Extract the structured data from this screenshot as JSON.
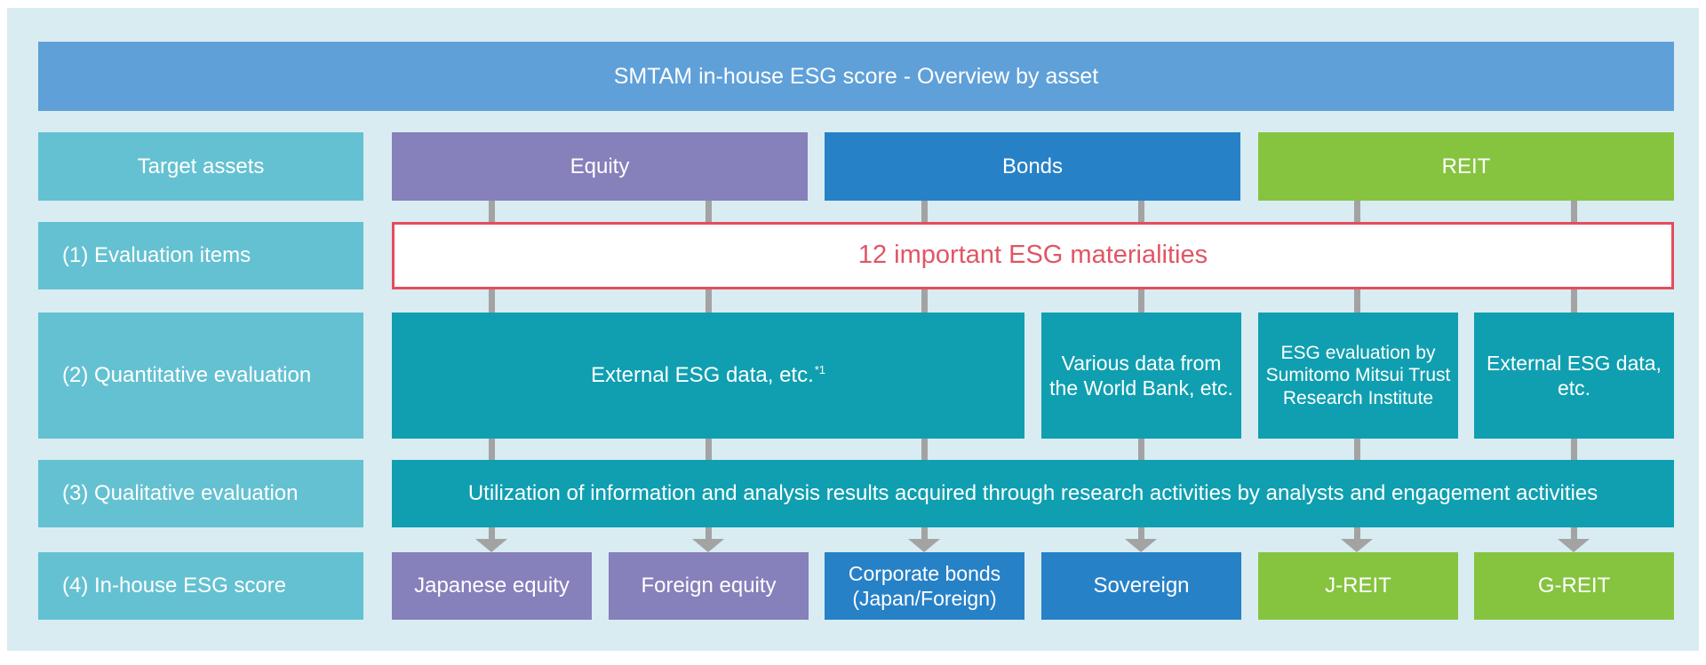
{
  "title_bar": {
    "title": "SMTAM in-house ESG score - Overview by asset"
  },
  "row_labels": [
    {
      "label": "Target assets"
    },
    {
      "label": "(1) Evaluation items"
    },
    {
      "label": "(2) Quantitative evaluation"
    },
    {
      "label": "(3) Qualitative evaluation"
    },
    {
      "label": "(4) In-house ESG score"
    }
  ],
  "target_assets": [
    {
      "label": "Equity"
    },
    {
      "label": "Bonds"
    },
    {
      "label": "REIT"
    }
  ],
  "evaluation_items": {
    "label": "12 important ESG materialities"
  },
  "quantitative_evaluation": [
    {
      "label": "External ESG data, etc.",
      "superscript": "*1"
    },
    {
      "label": "Various data from the World Bank, etc."
    },
    {
      "label": "ESG evaluation by Sumitomo Mitsui Trust Research Institute"
    },
    {
      "label": "External ESG data, etc."
    }
  ],
  "qualitative_evaluation": {
    "label": "Utilization of information and analysis results acquired through research activities by analysts and engagement activities"
  },
  "in_house_esg_score": [
    {
      "label": "Japanese equity",
      "group": "equity"
    },
    {
      "label": "Foreign equity",
      "group": "equity"
    },
    {
      "label": "Corporate bonds (Japan/Foreign)",
      "group": "bonds"
    },
    {
      "label": "Sovereign",
      "group": "bonds"
    },
    {
      "label": "J-REIT",
      "group": "reit"
    },
    {
      "label": "G-REIT",
      "group": "reit"
    }
  ],
  "colors": {
    "background_panel": "#d8ecf2",
    "title_bar": "#5fa0d8",
    "row_label": "#64c1d1",
    "equity": "#8680bb",
    "bonds": "#2781c7",
    "reit": "#86c440",
    "evaluation_teal": "#0f9fb0",
    "materialities_border": "#e64c5c",
    "materialities_text": "#e15565",
    "connector": "#a3a3a3"
  }
}
